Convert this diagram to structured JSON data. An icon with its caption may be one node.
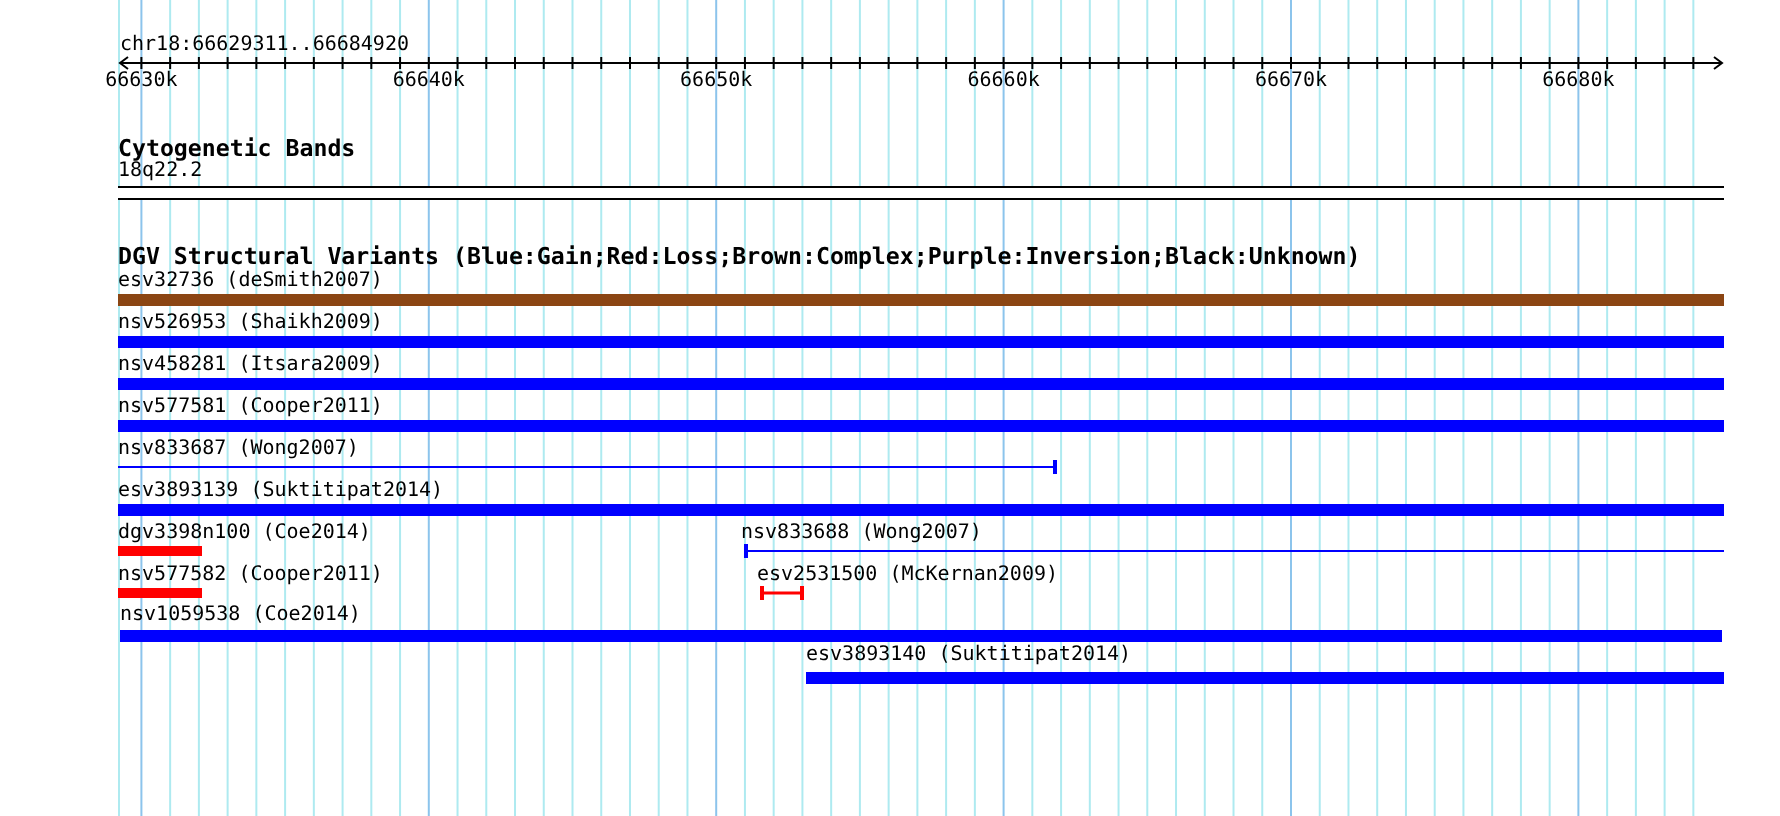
{
  "diagram": {
    "nodes": [
      {
        "text": [
          "18q22.2"
        ]
      },
      {
        "text": [
          "esv32736 (deSmith2007)"
        ]
      },
      {
        "text": [
          "nsv526953 (Shaikh2009)"
        ]
      },
      {
        "text": [
          "nsv458281 (Itsara2009)"
        ]
      },
      {
        "text": [
          "nsv577581 (Cooper2011)"
        ]
      },
      {
        "text": [
          "nsv833687 (Wong2007)"
        ]
      },
      {
        "text": [
          "esv3893139 (Suktitipat2014)"
        ]
      },
      {
        "text": [
          "dgv3398n100 (Coe2014)"
        ]
      },
      {
        "text": [
          "nsv833688 (Wong2007)"
        ]
      },
      {
        "text": [
          "nsv577582 (Cooper2011)"
        ]
      },
      {
        "text": [
          "esv2531500 (McKernan2009)"
        ]
      },
      {
        "text": [
          "nsv1059538 (Coe2014)"
        ]
      },
      {
        "text": [
          "esv3893140 (Suktitipat2014)"
        ]
      }
    ],
    "labels": [
      "chr18:66629311..66684920",
      "66630k",
      "66640k",
      "66650k",
      "66660k",
      "66670k",
      "66680k",
      "Cytogenetic Bands",
      "DGV Structural Variants (Blue:Gain;Red:Loss;Brown:Complex;Purple:Inversion;Black:Unknown)"
    ]
  }
}
